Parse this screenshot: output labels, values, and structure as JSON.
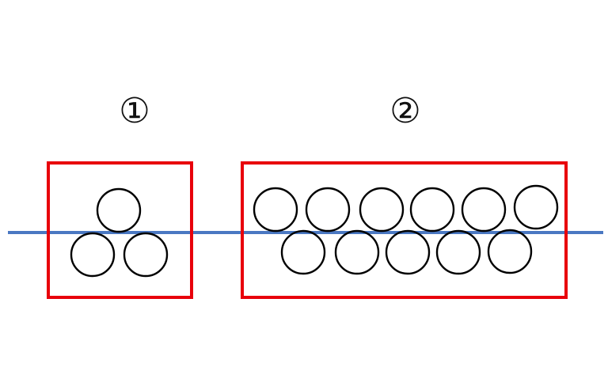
{
  "labels": {
    "group1": "①",
    "group2": "②"
  },
  "colors": {
    "frame": "#e8000b",
    "line": "#4a78c2",
    "circle": "#000000"
  },
  "groups": [
    {
      "label": "①",
      "circle_count": 3,
      "rows": [
        1,
        2
      ]
    },
    {
      "label": "②",
      "circle_count": 11,
      "rows": [
        6,
        5
      ]
    }
  ]
}
